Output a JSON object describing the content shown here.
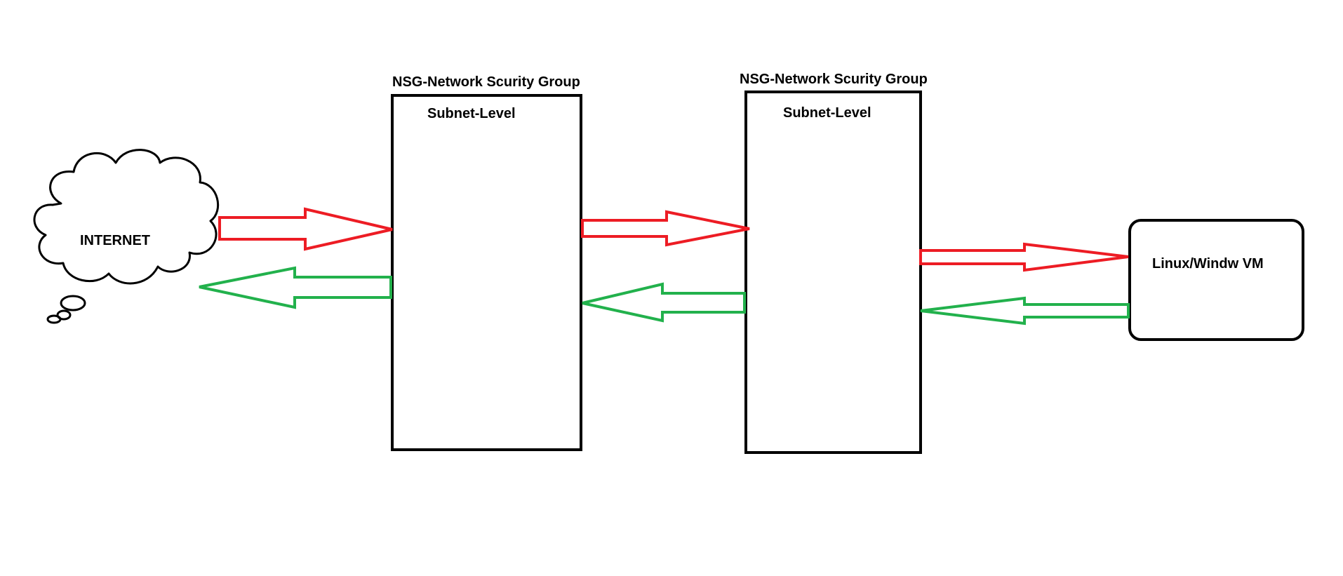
{
  "internet": {
    "label": "INTERNET",
    "icon": "cloud-icon"
  },
  "nsg_boxes": [
    {
      "title": "NSG-Network Scurity Group",
      "level": "Subnet-Level"
    },
    {
      "title": "NSG-Network Scurity Group",
      "level": "Subnet-Level"
    }
  ],
  "vm": {
    "label": "Linux/Windw VM"
  },
  "arrows": {
    "outbound_color": "#ed1c24",
    "inbound_color": "#22b14c"
  },
  "colors": {
    "stroke": "#000000",
    "background": "#ffffff"
  }
}
